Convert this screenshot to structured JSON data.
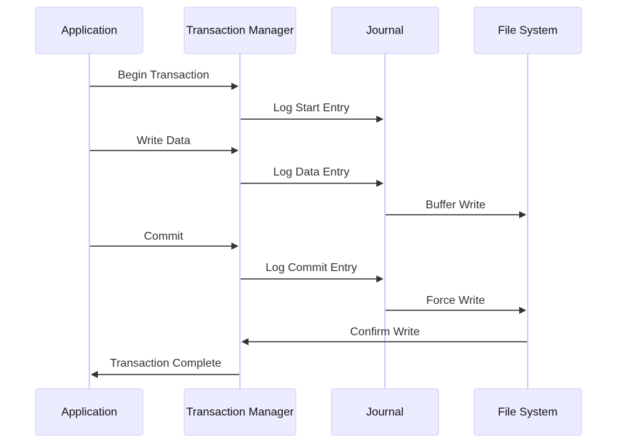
{
  "diagram": {
    "type": "sequence",
    "participants": [
      {
        "id": "app",
        "label": "Application"
      },
      {
        "id": "tm",
        "label": "Transaction Manager"
      },
      {
        "id": "journal",
        "label": "Journal"
      },
      {
        "id": "fs",
        "label": "File System"
      }
    ],
    "messages": [
      {
        "from": "app",
        "to": "tm",
        "label": "Begin Transaction"
      },
      {
        "from": "tm",
        "to": "journal",
        "label": "Log Start Entry"
      },
      {
        "from": "app",
        "to": "tm",
        "label": "Write Data"
      },
      {
        "from": "tm",
        "to": "journal",
        "label": "Log Data Entry"
      },
      {
        "from": "journal",
        "to": "fs",
        "label": "Buffer Write"
      },
      {
        "from": "app",
        "to": "tm",
        "label": "Commit"
      },
      {
        "from": "tm",
        "to": "journal",
        "label": "Log Commit Entry"
      },
      {
        "from": "journal",
        "to": "fs",
        "label": "Force Write"
      },
      {
        "from": "fs",
        "to": "tm",
        "label": "Confirm Write"
      },
      {
        "from": "tm",
        "to": "app",
        "label": "Transaction Complete"
      }
    ],
    "colors": {
      "actor_fill": "#ECECFF",
      "actor_stroke": "#CCCCFF",
      "lifeline": "#CCCCFF",
      "message_line": "#333333",
      "text": "#333333"
    }
  }
}
